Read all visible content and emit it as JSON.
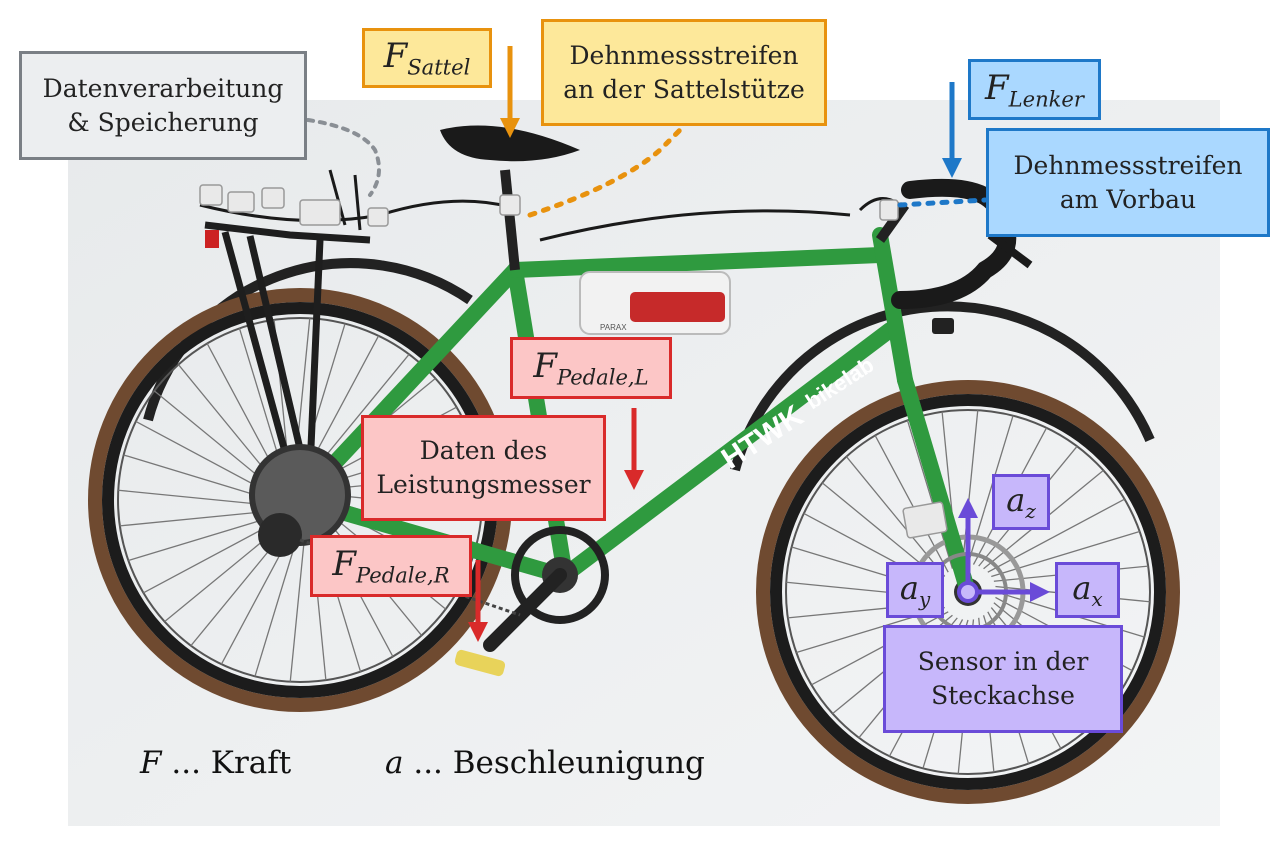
{
  "labels": {
    "data_processing": "Datenverarbeitung\n& Speicherung",
    "f_saddle": {
      "symbol": "F",
      "sub": "Sattel"
    },
    "saddle_strain": "Dehnmessstreifen\nan der Sattelstütze",
    "f_handlebar": {
      "symbol": "F",
      "sub": "Lenker"
    },
    "stem_strain": "Dehnmessstreifen\nam Vorbau",
    "f_pedal_left": {
      "symbol": "F",
      "sub": "Pedale,L"
    },
    "power_meter": "Daten des\nLeistungsmesser",
    "f_pedal_right": {
      "symbol": "F",
      "sub": "Pedale,R"
    },
    "a_z": {
      "symbol": "a",
      "sub": "z"
    },
    "a_y": {
      "symbol": "a",
      "sub": "y"
    },
    "a_x": {
      "symbol": "a",
      "sub": "x"
    },
    "axle_sensor": "Sensor in der\nSteckachse"
  },
  "legend": {
    "force_symbol": "F",
    "force_text": "Kraft",
    "accel_symbol": "a",
    "accel_text": "Beschleunigung",
    "ellipsis": "..."
  },
  "colors": {
    "gray": "#7a7f85",
    "orange": "#e8920e",
    "blue": "#1e78c8",
    "red": "#d92a2a",
    "violet": "#6a4bd8",
    "frame_green": "#2f9a3f",
    "tire": "#8a5a3a"
  },
  "photo_text": {
    "brand": "HTWK",
    "lab": "bikelab",
    "bag": "PARAX"
  }
}
